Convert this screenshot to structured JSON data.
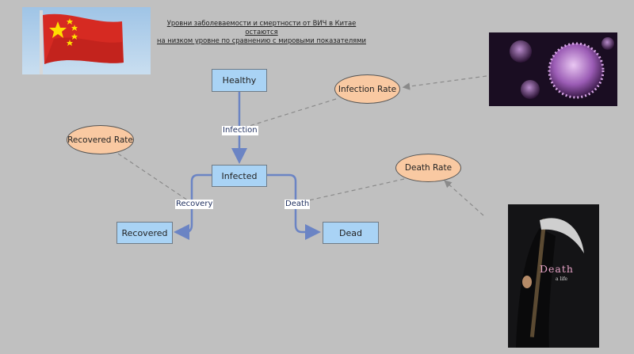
{
  "caption": {
    "line1": "Уровни заболеваемости и смертности от ВИЧ в Китае остаются",
    "line2": "на низком уровне по сравнению с мировыми показателями"
  },
  "nodes": {
    "healthy": "Healthy",
    "infected": "Infected",
    "recovered": "Recovered",
    "dead": "Dead"
  },
  "rates": {
    "infection_rate": "Infection Rate",
    "recovered_rate": "Recovered Rate",
    "death_rate": "Death Rate"
  },
  "flows": {
    "infection": "Infection",
    "recovery": "Recovery",
    "death": "Death"
  },
  "book": {
    "title": "Death",
    "subtitle": "a life"
  },
  "colors": {
    "background": "#c0c0c0",
    "node_fill": "#a9d3f5",
    "rate_fill": "#f9c9a2",
    "flow_arrow": "#6b84c4",
    "link_dashed": "#8a8a8a"
  },
  "icons": {
    "flag": "china-flag-image",
    "virus": "virus-image",
    "book": "death-book-cover-image"
  }
}
